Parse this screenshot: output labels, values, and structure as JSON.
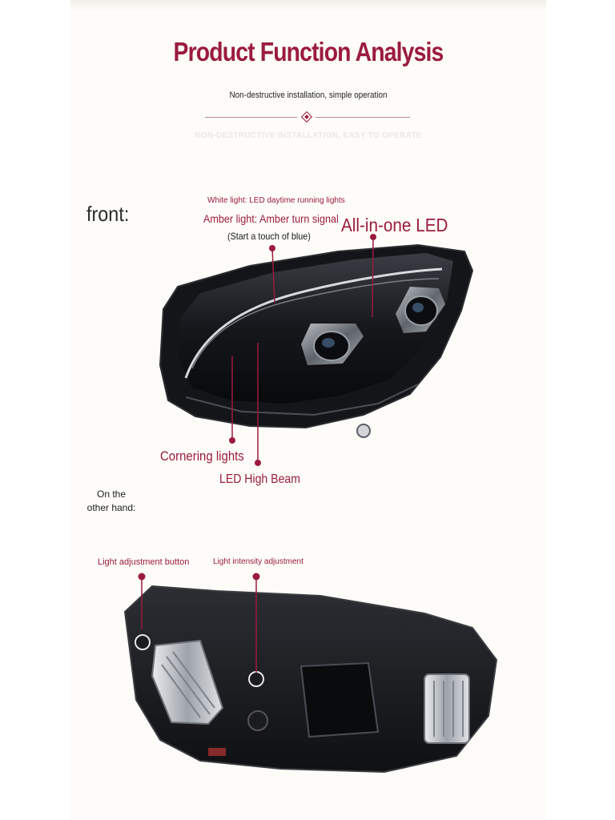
{
  "header": {
    "title": "Product Function Analysis",
    "subtitle": "Non-destructive installation, simple operation",
    "ghost_text": "NON-DESTRUCTIVE INSTALLATION, EASY TO OPERATE"
  },
  "front_view": {
    "heading": "front:",
    "callouts": {
      "white_light": "White light: LED daytime running lights",
      "amber_light": "Amber light: Amber turn signal",
      "amber_note": "(Start a touch of blue)",
      "all_in_one": "All-in-one LED",
      "cornering": "Cornering lights",
      "high_beam": "LED High Beam"
    }
  },
  "back_view": {
    "heading": "On the other hand:",
    "callouts": {
      "adjust_button": "Light adjustment button",
      "intensity": "Light intensity adjustment"
    }
  },
  "colors": {
    "accent": "#9b1b3e",
    "text": "#222222",
    "background": "#fdfcf8"
  }
}
